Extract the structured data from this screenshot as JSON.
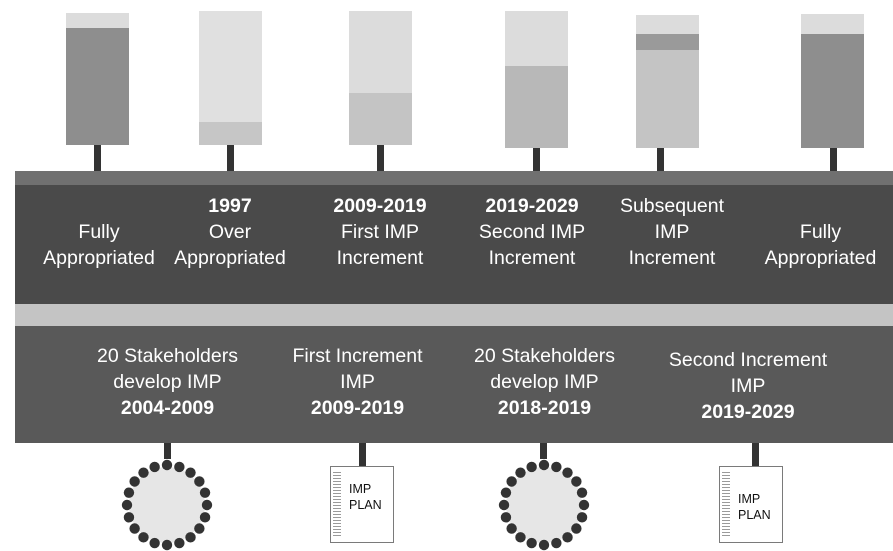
{
  "colors": {
    "top_band": "#707070",
    "main_band": "#4a4a4a",
    "mid_band": "#c4c4c4",
    "bottom_band": "#595959",
    "stem": "#333333",
    "dots": "#333333"
  },
  "gauges": [
    {
      "segments": [
        {
          "fill": 0.11,
          "color": "#dcdcdc"
        },
        {
          "fill": 0.89,
          "color": "#8e8e8e"
        }
      ]
    },
    {
      "segments": [
        {
          "fill": 0.83,
          "color": "#e0e0e0"
        },
        {
          "fill": 0.17,
          "color": "#c6c6c6"
        }
      ]
    },
    {
      "segments": [
        {
          "fill": 0.61,
          "color": "#dcdcdc"
        },
        {
          "fill": 0.39,
          "color": "#c4c4c4"
        }
      ]
    },
    {
      "segments": [
        {
          "fill": 0.4,
          "color": "#dcdcdc"
        },
        {
          "fill": 0.6,
          "color": "#b8b8b8"
        }
      ]
    },
    {
      "segments": [
        {
          "fill": 0.14,
          "color": "#dcdcdc"
        },
        {
          "fill": 0.12,
          "color": "#9a9a9a"
        },
        {
          "fill": 0.74,
          "color": "#c4c4c4"
        }
      ]
    },
    {
      "segments": [
        {
          "fill": 0.15,
          "color": "#dcdcdc"
        },
        {
          "fill": 0.85,
          "color": "#8e8e8e"
        }
      ]
    }
  ],
  "stages": [
    {
      "bold": "",
      "line1": "Fully",
      "line2": "Appropriated"
    },
    {
      "bold": "1997",
      "line1": "Over",
      "line2": "Appropriated"
    },
    {
      "bold": "2009-2019",
      "line1": "First IMP",
      "line2": "Increment"
    },
    {
      "bold": "2019-2029",
      "line1": "Second IMP",
      "line2": "Increment"
    },
    {
      "bold": "",
      "line0": "Subsequent",
      "line1": "IMP",
      "line2": "Increment"
    },
    {
      "bold": "",
      "line1": "Fully",
      "line2": "Appropriated"
    }
  ],
  "milestones": [
    {
      "line1": "20 Stakeholders",
      "line2": "develop IMP",
      "years": "2004-2009"
    },
    {
      "line1": "First Increment",
      "line2": "IMP",
      "years": "2009-2019"
    },
    {
      "line1": "20 Stakeholders",
      "line2": "develop IMP",
      "years": "2018-2019"
    },
    {
      "line1": "Second Increment",
      "line2": "IMP",
      "years": "2019-2029"
    }
  ],
  "documents": [
    {
      "line1": "IMP",
      "line2": "PLAN"
    },
    {
      "line1": "IMP",
      "line2": "PLAN"
    }
  ]
}
